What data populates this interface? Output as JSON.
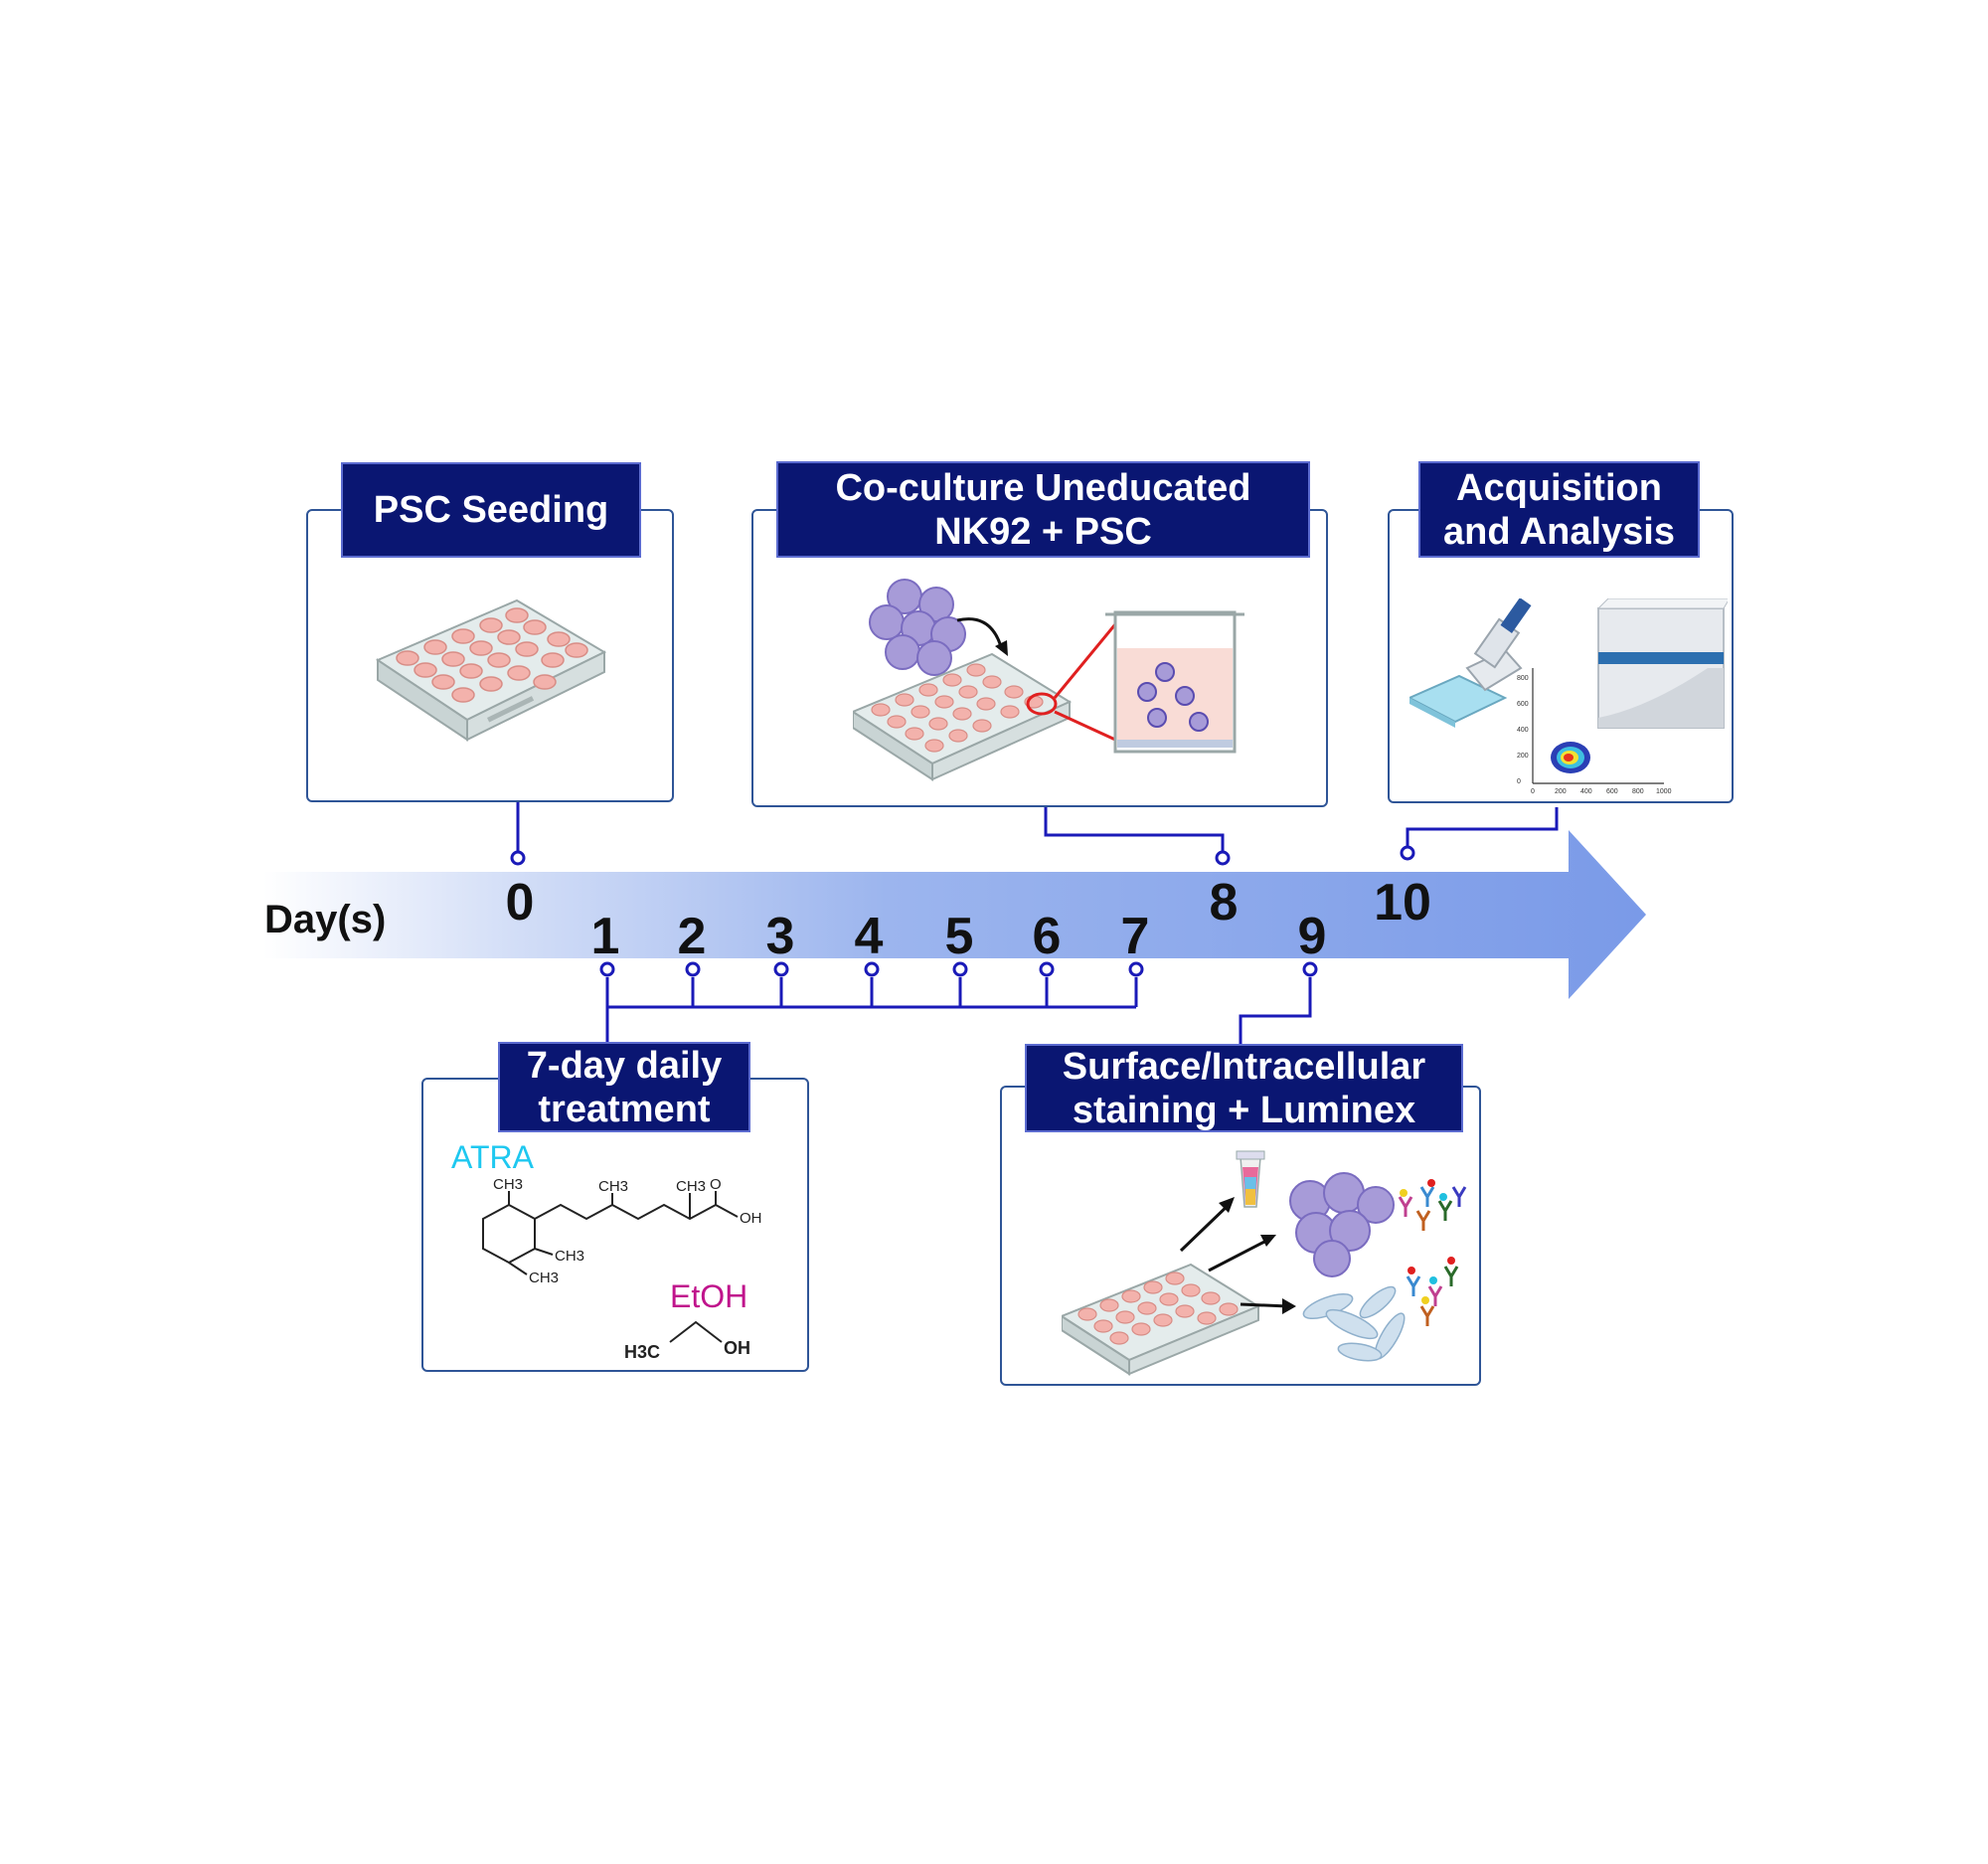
{
  "timeline": {
    "axis_label": "Day(s)",
    "days": [
      "0",
      "1",
      "2",
      "3",
      "4",
      "5",
      "6",
      "7",
      "8",
      "9",
      "10"
    ]
  },
  "steps": {
    "psc_seeding": "PSC Seeding",
    "coculture": "Co-culture Uneducated\nNK92 + PSC",
    "acquisition": "Acquisition\nand Analysis",
    "treatment": "7-day daily\ntreatment",
    "staining": "Surface/Intracellular\nstaining + Luminex"
  },
  "treatment": {
    "atra_label": "ATRA",
    "etoh_label": "EtOH",
    "atra_atoms": {
      "ch3_a": "CH3",
      "ch3_b": "CH3",
      "ch3_c": "CH3",
      "ch3_d": "CH3",
      "ch3_e": "CH3",
      "o": "O",
      "oh": "OH"
    },
    "etoh_atoms": {
      "h3c": "H3C",
      "oh": "OH"
    }
  },
  "flow_plot": {
    "y_ticks": [
      "0",
      "200",
      "400",
      "600",
      "800"
    ],
    "x_ticks": [
      "0",
      "200",
      "400",
      "600",
      "800",
      "1000"
    ]
  },
  "colors": {
    "title_bg": "#0a1672",
    "connector": "#1a1ab8",
    "arrow": "#7a9ae8",
    "atra": "#1ec8f0",
    "etoh": "#c0148c"
  }
}
